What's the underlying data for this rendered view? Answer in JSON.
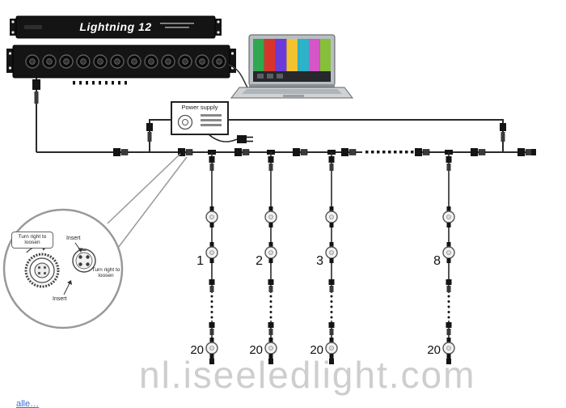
{
  "watermark": "nl.iseeledlight.com",
  "corner_note": "alle…",
  "controller": {
    "name": "Lightning 12"
  },
  "power_supply": {
    "label": "Power supply"
  },
  "strings": [
    {
      "index": "1",
      "count": "20"
    },
    {
      "index": "2",
      "count": "20"
    },
    {
      "index": "3",
      "count": "20"
    },
    {
      "index": "8",
      "count": "20"
    }
  ],
  "detail": {
    "turn_label_left": "Turn right to loosen",
    "insert_label_top": "Insert",
    "turn_label_right": "Turn right to loosen",
    "insert_label_bottom": "Insert"
  },
  "colors": {
    "line": "#2a2a2a",
    "rack": "#141414",
    "watermark": "#c9c9c9",
    "note_blue": "#3a6fd8"
  }
}
